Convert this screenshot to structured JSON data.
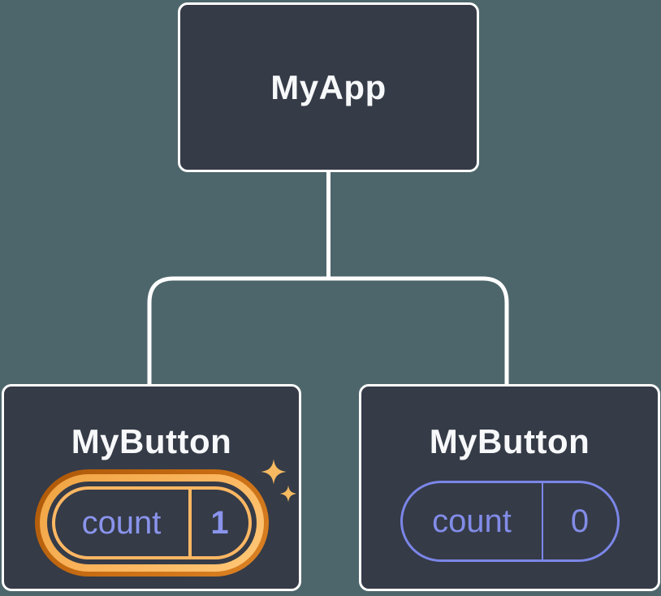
{
  "diagram": {
    "root": {
      "label": "MyApp"
    },
    "children": [
      {
        "label": "MyButton",
        "state": {
          "key": "count",
          "value": "1"
        },
        "highlighted": true
      },
      {
        "label": "MyButton",
        "state": {
          "key": "count",
          "value": "0"
        },
        "highlighted": false
      }
    ]
  },
  "colors": {
    "background": "#4D666B",
    "node_fill": "#353B47",
    "node_border": "#FFFFFF",
    "node_title_text": "#F7F8FA",
    "state_text_purple": "#828CE8",
    "state_border_purple": "#7B86E8",
    "highlight_border_light_orange": "#FFB763",
    "highlight_ring_light": "#FBB65F",
    "highlight_ring_dark": "#C96E14",
    "sparkle": "#F7BA61",
    "connector_line": "#FFFFFF"
  }
}
